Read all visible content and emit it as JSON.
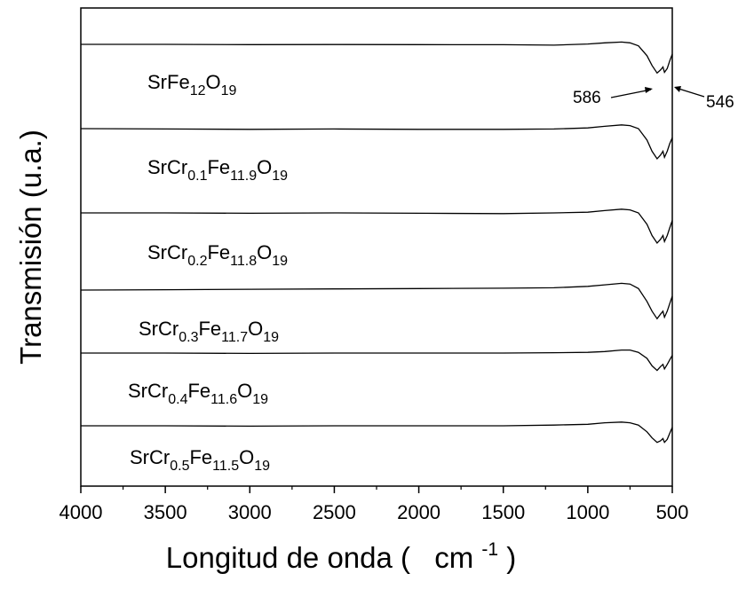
{
  "chart_data": {
    "type": "line",
    "xlabel": "Longitud de onda (",
    "xlabel_unit": "cm",
    "xlabel_unit_exp": "-1",
    "xlabel_close": ")",
    "ylabel": "Transmisión (u.a.)",
    "xlim": [
      4000,
      500
    ],
    "x_ticks": [
      "4000",
      "3500",
      "3000",
      "2500",
      "2000",
      "1500",
      "1000",
      "500"
    ],
    "x_tick_values": [
      4000,
      3500,
      3000,
      2500,
      2000,
      1500,
      1000,
      500
    ],
    "grid": false,
    "series": [
      {
        "label": {
          "base": "SrFe",
          "s1": "12",
          "mid": "O",
          "s2": "19",
          "tail": "",
          "s3": ""
        },
        "baseline": 1.0,
        "points": [
          [
            4000,
            1.0
          ],
          [
            3500,
            1.0
          ],
          [
            3000,
            0.997
          ],
          [
            2500,
            0.998
          ],
          [
            2000,
            0.997
          ],
          [
            1500,
            0.995
          ],
          [
            1200,
            0.99
          ],
          [
            1000,
            1.005
          ],
          [
            900,
            1.02
          ],
          [
            800,
            1.03
          ],
          [
            750,
            1.02
          ],
          [
            700,
            0.98
          ],
          [
            650,
            0.85
          ],
          [
            620,
            0.72
          ],
          [
            590,
            0.62
          ],
          [
            570,
            0.66
          ],
          [
            555,
            0.7
          ],
          [
            546,
            0.63
          ],
          [
            530,
            0.68
          ],
          [
            515,
            0.78
          ],
          [
            500,
            0.87
          ]
        ]
      },
      {
        "label": {
          "base": "SrCr",
          "s1": "0.1",
          "mid": "Fe",
          "s2": "11.9",
          "tail": "O",
          "s3": "19"
        },
        "baseline": 0.0,
        "points": [
          [
            4000,
            0.0
          ],
          [
            3500,
            -0.005
          ],
          [
            3000,
            -0.01
          ],
          [
            2500,
            -0.005
          ],
          [
            2000,
            -0.01
          ],
          [
            1500,
            -0.01
          ],
          [
            1200,
            -0.005
          ],
          [
            1000,
            0.01
          ],
          [
            900,
            0.03
          ],
          [
            800,
            0.05
          ],
          [
            750,
            0.04
          ],
          [
            700,
            0.0
          ],
          [
            650,
            -0.15
          ],
          [
            620,
            -0.3
          ],
          [
            590,
            -0.4
          ],
          [
            570,
            -0.35
          ],
          [
            555,
            -0.3
          ],
          [
            546,
            -0.38
          ],
          [
            530,
            -0.3
          ],
          [
            515,
            -0.2
          ],
          [
            500,
            -0.12
          ]
        ]
      },
      {
        "label": {
          "base": "SrCr",
          "s1": "0.2",
          "mid": "Fe",
          "s2": "11.8",
          "tail": "O",
          "s3": "19"
        },
        "baseline": -1.0,
        "points": [
          [
            4000,
            -1.0
          ],
          [
            3500,
            -1.0
          ],
          [
            3000,
            -1.005
          ],
          [
            2500,
            -1.0
          ],
          [
            2000,
            -1.005
          ],
          [
            1500,
            -1.01
          ],
          [
            1200,
            -1.0
          ],
          [
            1000,
            -0.99
          ],
          [
            900,
            -0.97
          ],
          [
            800,
            -0.95
          ],
          [
            750,
            -0.96
          ],
          [
            700,
            -1.0
          ],
          [
            650,
            -1.15
          ],
          [
            620,
            -1.3
          ],
          [
            590,
            -1.4
          ],
          [
            570,
            -1.35
          ],
          [
            555,
            -1.3
          ],
          [
            546,
            -1.38
          ],
          [
            530,
            -1.3
          ],
          [
            515,
            -1.2
          ],
          [
            500,
            -1.1
          ]
        ]
      },
      {
        "label": {
          "base": "SrCr",
          "s1": "0.3",
          "mid": "Fe",
          "s2": "11.7",
          "tail": "O",
          "s3": "19"
        },
        "baseline": -1.9,
        "points": [
          [
            4000,
            -1.9
          ],
          [
            3500,
            -1.895
          ],
          [
            3000,
            -1.89
          ],
          [
            2500,
            -1.885
          ],
          [
            2000,
            -1.88
          ],
          [
            1500,
            -1.875
          ],
          [
            1200,
            -1.87
          ],
          [
            1000,
            -1.85
          ],
          [
            900,
            -1.83
          ],
          [
            800,
            -1.81
          ],
          [
            750,
            -1.82
          ],
          [
            700,
            -1.88
          ],
          [
            650,
            -2.05
          ],
          [
            620,
            -2.18
          ],
          [
            590,
            -2.28
          ],
          [
            570,
            -2.22
          ],
          [
            555,
            -2.18
          ],
          [
            546,
            -2.26
          ],
          [
            530,
            -2.18
          ],
          [
            515,
            -2.08
          ],
          [
            500,
            -1.98
          ]
        ]
      },
      {
        "label": {
          "base": "SrCr",
          "s1": "0.4",
          "mid": "Fe",
          "s2": "11.6",
          "tail": "O",
          "s3": "19"
        },
        "baseline": -2.65,
        "points": [
          [
            4000,
            -2.65
          ],
          [
            3500,
            -2.65
          ],
          [
            3000,
            -2.655
          ],
          [
            2500,
            -2.65
          ],
          [
            2000,
            -2.65
          ],
          [
            1500,
            -2.65
          ],
          [
            1200,
            -2.645
          ],
          [
            1000,
            -2.64
          ],
          [
            900,
            -2.63
          ],
          [
            800,
            -2.61
          ],
          [
            750,
            -2.61
          ],
          [
            700,
            -2.64
          ],
          [
            650,
            -2.72
          ],
          [
            620,
            -2.82
          ],
          [
            590,
            -2.88
          ],
          [
            570,
            -2.83
          ],
          [
            555,
            -2.8
          ],
          [
            546,
            -2.86
          ],
          [
            530,
            -2.8
          ],
          [
            515,
            -2.74
          ],
          [
            500,
            -2.68
          ]
        ]
      },
      {
        "label": {
          "base": "SrCr",
          "s1": "0.5",
          "mid": "Fe",
          "s2": "11.5",
          "tail": "O",
          "s3": "19"
        },
        "baseline": -3.5,
        "points": [
          [
            4000,
            -3.5
          ],
          [
            3500,
            -3.5
          ],
          [
            3000,
            -3.505
          ],
          [
            2500,
            -3.5
          ],
          [
            2000,
            -3.5
          ],
          [
            1500,
            -3.5
          ],
          [
            1200,
            -3.49
          ],
          [
            1000,
            -3.48
          ],
          [
            900,
            -3.46
          ],
          [
            800,
            -3.45
          ],
          [
            750,
            -3.46
          ],
          [
            700,
            -3.49
          ],
          [
            650,
            -3.58
          ],
          [
            620,
            -3.66
          ],
          [
            590,
            -3.72
          ],
          [
            570,
            -3.7
          ],
          [
            555,
            -3.67
          ],
          [
            546,
            -3.72
          ],
          [
            530,
            -3.68
          ],
          [
            515,
            -3.6
          ],
          [
            500,
            -3.52
          ]
        ]
      }
    ],
    "annotations": [
      {
        "text": "586",
        "x": 586
      },
      {
        "text": "546",
        "x": 546
      }
    ]
  }
}
